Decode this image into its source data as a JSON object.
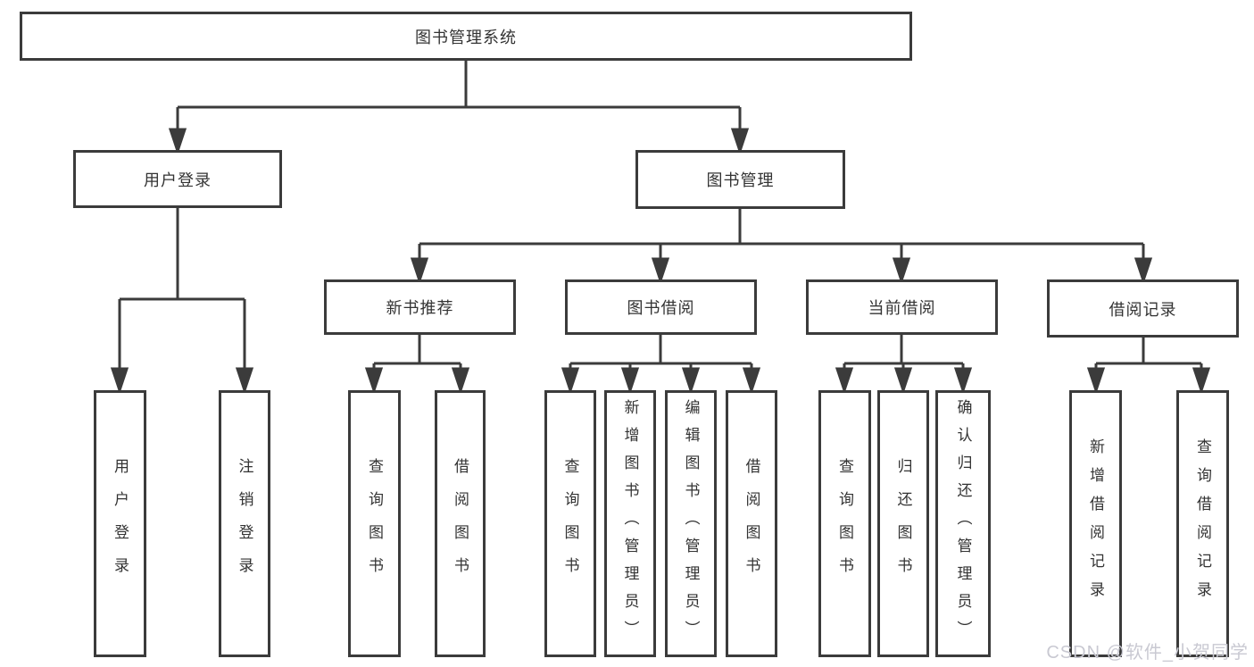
{
  "tree": {
    "root": {
      "label": "图书管理系统"
    },
    "branches": [
      {
        "label": "用户登录",
        "children": [
          {
            "label": "用户登录"
          },
          {
            "label": "注销登录"
          }
        ]
      },
      {
        "label": "图书管理",
        "sections": [
          {
            "label": "新书推荐",
            "children": [
              {
                "label": "查询图书"
              },
              {
                "label": "借阅图书"
              }
            ]
          },
          {
            "label": "图书借阅",
            "children": [
              {
                "label": "查询图书"
              },
              {
                "label": "新增图书（管理员）"
              },
              {
                "label": "编辑图书（管理员）"
              },
              {
                "label": "借阅图书"
              }
            ]
          },
          {
            "label": "当前借阅",
            "children": [
              {
                "label": "查询图书"
              },
              {
                "label": "归还图书"
              },
              {
                "label": "确认归还（管理员）"
              }
            ]
          },
          {
            "label": "借阅记录",
            "children": [
              {
                "label": "新增借阅记录"
              },
              {
                "label": "查询借阅记录"
              }
            ]
          }
        ]
      }
    ]
  },
  "watermark": {
    "text": "CSDN @软件_小贺同学"
  },
  "colors": {
    "line": "#3b3b3b",
    "text": "#333333",
    "background": "#ffffff",
    "watermark": "#c9c9d2"
  }
}
